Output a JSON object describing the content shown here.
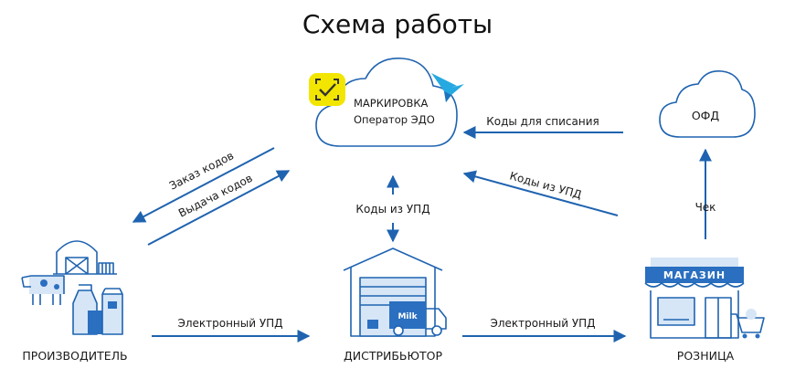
{
  "title": "Схема работы",
  "operator": {
    "line1": "МАРКИРОВКА",
    "line2": "Оператор ЭДО"
  },
  "ofd": "ОФД",
  "nodes": {
    "producer": "ПРОИЗВОДИТЕЛЬ",
    "distributor": "ДИСТРИБЬЮТОР",
    "retail": "РОЗНИЦА"
  },
  "shop_sign": "МАГАЗИН",
  "truck_label": "Milk",
  "edges": {
    "order_codes": "Заказ кодов",
    "issue_codes": "Выдача кодов",
    "codes_from_upd_center": "Коды из УПД",
    "codes_from_upd_retail": "Коды из УПД",
    "write_off_codes": "Коды для списания",
    "receipt": "Чек",
    "edo_producer_distributor": "Электронный УПД",
    "edo_distributor_retail": "Электронный УПД"
  },
  "colors": {
    "arrow": "#1f63b0",
    "icon": "#2a6fc0",
    "logo_yellow": "#f2e600"
  }
}
